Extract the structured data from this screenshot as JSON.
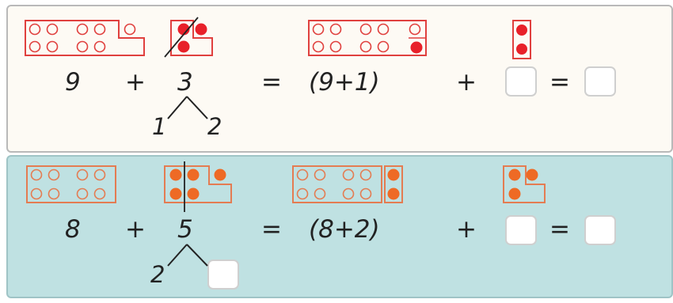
{
  "colors": {
    "panel_top_bg": "#fdfaf4",
    "panel_bottom_bg": "#bfe1e2",
    "outline_red": "#e0403e",
    "dot_red": "#e8212a",
    "outline_orange": "#e47c52",
    "dot_orange": "#ee6a25",
    "ink": "#222222"
  },
  "row1": {
    "a": "9",
    "plus1": "+",
    "b": "3",
    "eq1": "=",
    "group": "(9+1)",
    "plus2": "+",
    "eq2": "=",
    "split_left": "1",
    "split_right": "2",
    "dot_color": "red"
  },
  "row2": {
    "a": "8",
    "plus1": "+",
    "b": "5",
    "eq1": "=",
    "group": "(8+2)",
    "plus2": "+",
    "eq2": "=",
    "split_left": "2",
    "dot_color": "orange"
  }
}
